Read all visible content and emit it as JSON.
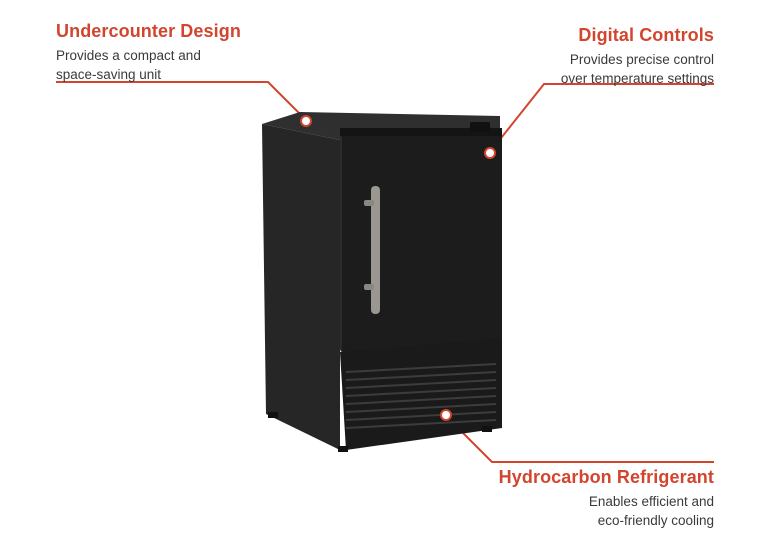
{
  "callouts": {
    "undercounter": {
      "title": "Undercounter Design",
      "line1": "Provides a compact and",
      "line2": "space-saving unit"
    },
    "controls": {
      "title": "Digital Controls",
      "line1": "Provides precise control",
      "line2": "over temperature settings"
    },
    "refrigerant": {
      "title": "Hydrocarbon Refrigerant",
      "line1": "Enables efficient and",
      "line2": "eco-friendly cooling"
    }
  },
  "colors": {
    "accent": "#d2452f",
    "text": "#3a3a3a",
    "appliance": "#1e1e1e",
    "handle": "#9a9690"
  }
}
